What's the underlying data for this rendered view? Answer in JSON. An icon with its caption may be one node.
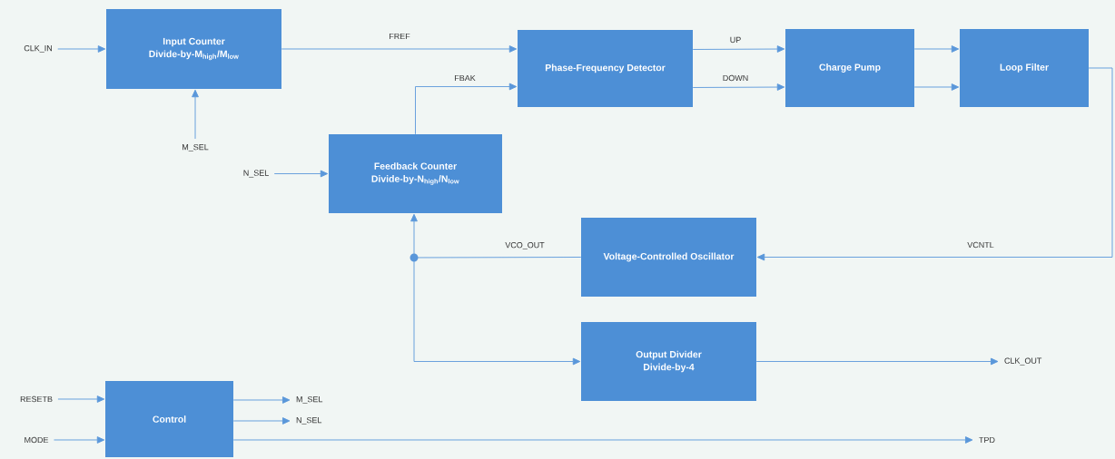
{
  "diagram": {
    "nodes": [
      {
        "text": [
          "Input Counter",
          "Divide-by-M$_{high}$/M$_{low}$"
        ]
      },
      {
        "text": [
          "Phase-Frequency Detector"
        ]
      },
      {
        "text": [
          "Charge Pump"
        ]
      },
      {
        "text": [
          "Loop Filter"
        ]
      },
      {
        "text": [
          "Feedback Counter",
          "Divide-by-N$_{high}$/N$_{low}$"
        ]
      },
      {
        "text": [
          "Voltage-Controlled Oscillator"
        ]
      },
      {
        "text": [
          "Output Divider",
          "Divide-by-4"
        ]
      },
      {
        "text": [
          "Control"
        ]
      },
      {
        "text": [
          "CLK_IN"
        ]
      },
      {
        "text": [
          "M_SEL"
        ]
      },
      {
        "text": [
          "N_SEL"
        ]
      },
      {
        "text": [
          "CLK_OUT"
        ]
      },
      {
        "text": [
          "RESETB"
        ]
      },
      {
        "text": [
          "MODE"
        ]
      },
      {
        "text": [
          "M_SEL"
        ]
      },
      {
        "text": [
          "N_SEL"
        ]
      },
      {
        "text": [
          "TPD"
        ]
      },
      {
        "text": [],
        "shape": "circle"
      }
    ],
    "edges": [
      {
        "from": 8,
        "to": 0,
        "arrow": "to"
      },
      {
        "from": 9,
        "to": 0,
        "arrow": "to"
      },
      {
        "from": 0,
        "to": 1,
        "arrow": "to",
        "label": "FREF"
      },
      {
        "from": 4,
        "to": 1,
        "arrow": "to",
        "label": "FBAK"
      },
      {
        "from": 1,
        "to": 2,
        "arrow": "to",
        "label": "UP"
      },
      {
        "from": 1,
        "to": 2,
        "arrow": "to",
        "label": "DOWN"
      },
      {
        "from": 2,
        "to": 3,
        "arrow": "to"
      },
      {
        "from": 2,
        "to": 3,
        "arrow": "to"
      },
      {
        "from": 3,
        "to": 5,
        "arrow": "to",
        "label": "VCNTL"
      },
      {
        "from": 5,
        "to": 17,
        "arrow": "none",
        "label": "VCO_OUT"
      },
      {
        "from": 17,
        "to": 4,
        "arrow": "to"
      },
      {
        "from": 17,
        "to": 6,
        "arrow": "to"
      },
      {
        "from": 10,
        "to": 4,
        "arrow": "to"
      },
      {
        "from": 6,
        "to": 11,
        "arrow": "to"
      },
      {
        "from": 12,
        "to": 7,
        "arrow": "to"
      },
      {
        "from": 13,
        "to": 7,
        "arrow": "to"
      },
      {
        "from": 7,
        "to": 14,
        "arrow": "to"
      },
      {
        "from": 7,
        "to": 15,
        "arrow": "to"
      },
      {
        "from": 7,
        "to": 16,
        "arrow": "to"
      }
    ]
  }
}
